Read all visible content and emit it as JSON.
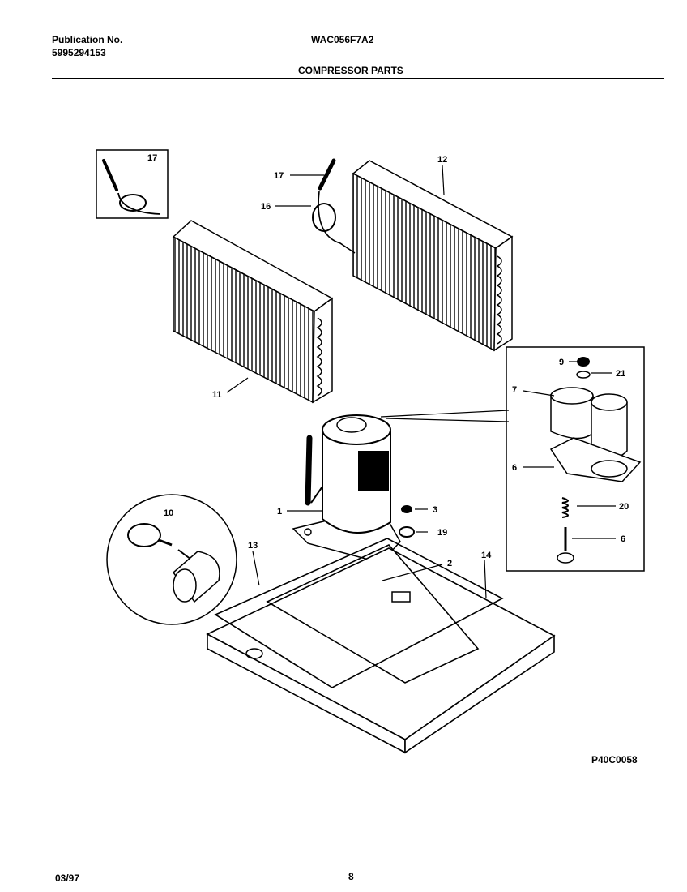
{
  "header": {
    "publication_label": "Publication No.",
    "publication_number": "5995294153",
    "model": "WAC056F7A2",
    "section_title": "COMPRESSOR PARTS"
  },
  "callouts": {
    "c1": "1",
    "c2": "2",
    "c3": "3",
    "c6a": "6",
    "c6b": "6",
    "c7": "7",
    "c9": "9",
    "c10": "10",
    "c11": "11",
    "c12": "12",
    "c13": "13",
    "c14": "14",
    "c16": "16",
    "c17a": "17",
    "c17b": "17",
    "c19": "19",
    "c20": "20",
    "c21": "21"
  },
  "footer": {
    "drawing_code": "P40C0058",
    "date": "03/97",
    "page": "8"
  }
}
